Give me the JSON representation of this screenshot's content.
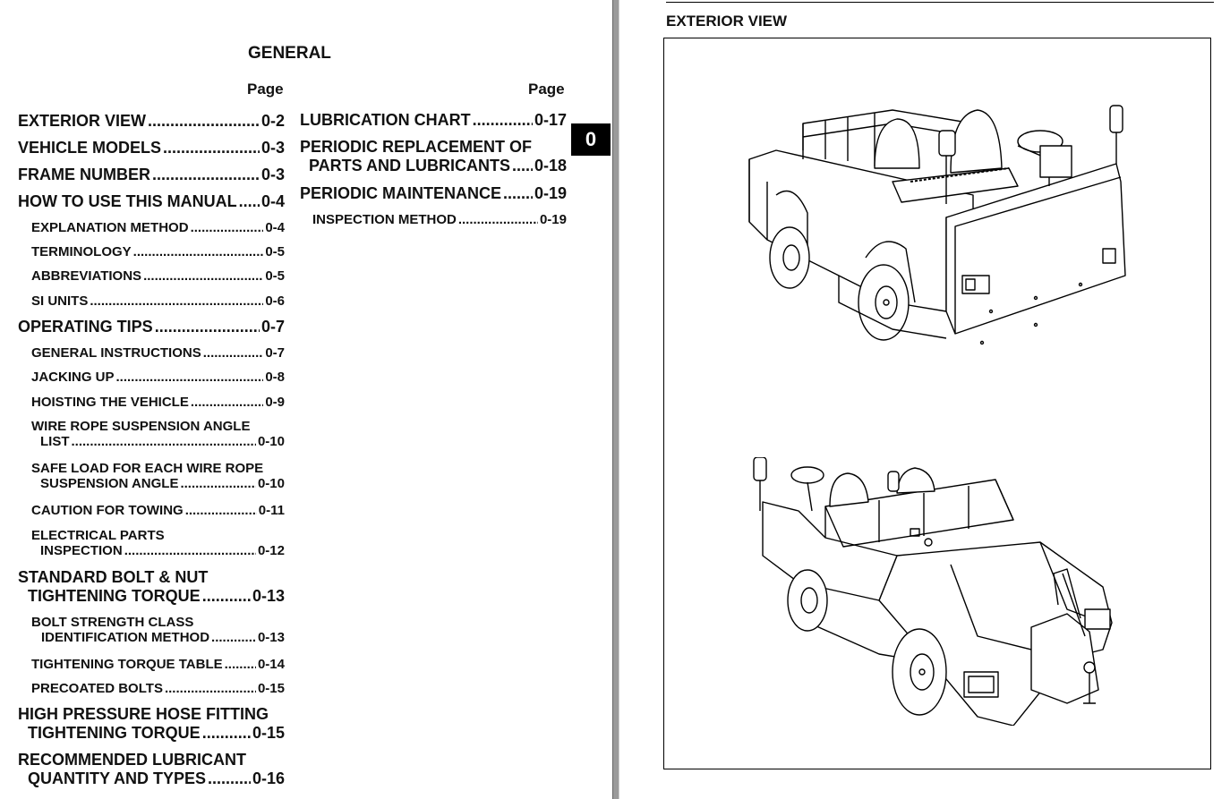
{
  "left_page": {
    "title": "GENERAL",
    "page_label_1": "Page",
    "page_label_2": "Page",
    "section_tab": "0",
    "col1": [
      {
        "label": "EXTERIOR VIEW",
        "page": "0-2"
      },
      {
        "label": "VEHICLE MODELS",
        "page": "0-3"
      },
      {
        "label": "FRAME NUMBER",
        "page": "0-3"
      },
      {
        "label": "HOW TO USE THIS MANUAL",
        "page": "0-4"
      },
      {
        "label": "EXPLANATION METHOD",
        "page": "0-4"
      },
      {
        "label": "TERMINOLOGY",
        "page": "0-5"
      },
      {
        "label": "ABBREVIATIONS",
        "page": "0-5"
      },
      {
        "label": "SI UNITS",
        "page": "0-6"
      },
      {
        "label": "OPERATING TIPS",
        "page": "0-7"
      },
      {
        "label": "GENERAL INSTRUCTIONS",
        "page": "0-7"
      },
      {
        "label": "JACKING UP",
        "page": "0-8"
      },
      {
        "label": "HOISTING THE VEHICLE",
        "page": "0-9"
      },
      {
        "label1": "WIRE ROPE SUSPENSION ANGLE",
        "label2": "LIST",
        "page": "0-10"
      },
      {
        "label1": "SAFE LOAD FOR EACH WIRE ROPE",
        "label2": "SUSPENSION ANGLE",
        "page": "0-10"
      },
      {
        "label": "CAUTION FOR TOWING",
        "page": "0-11"
      },
      {
        "label1": "ELECTRICAL PARTS",
        "label2": "INSPECTION",
        "page": "0-12"
      },
      {
        "label1": "STANDARD BOLT & NUT",
        "label2": "TIGHTENING TORQUE",
        "page": "0-13"
      },
      {
        "label1": "BOLT STRENGTH CLASS",
        "label2": "IDENTIFICATION METHOD",
        "page": "0-13"
      },
      {
        "label": "TIGHTENING TORQUE TABLE",
        "page": "0-14"
      },
      {
        "label": "PRECOATED BOLTS",
        "page": "0-15"
      },
      {
        "label1": "HIGH PRESSURE HOSE FITTING",
        "label2": "TIGHTENING TORQUE",
        "page": "0-15"
      },
      {
        "label1": "RECOMMENDED LUBRICANT",
        "label2": "QUANTITY AND TYPES",
        "page": "0-16"
      }
    ],
    "col2": [
      {
        "label": "LUBRICATION CHART",
        "page": "0-17"
      },
      {
        "label1": "PERIODIC REPLACEMENT OF",
        "label2": "PARTS AND LUBRICANTS",
        "page": "0-18"
      },
      {
        "label": "PERIODIC MAINTENANCE",
        "page": "0-19"
      },
      {
        "label": "INSPECTION METHOD",
        "page": "0-19"
      }
    ]
  },
  "right_page": {
    "title": "EXTERIOR VIEW"
  }
}
